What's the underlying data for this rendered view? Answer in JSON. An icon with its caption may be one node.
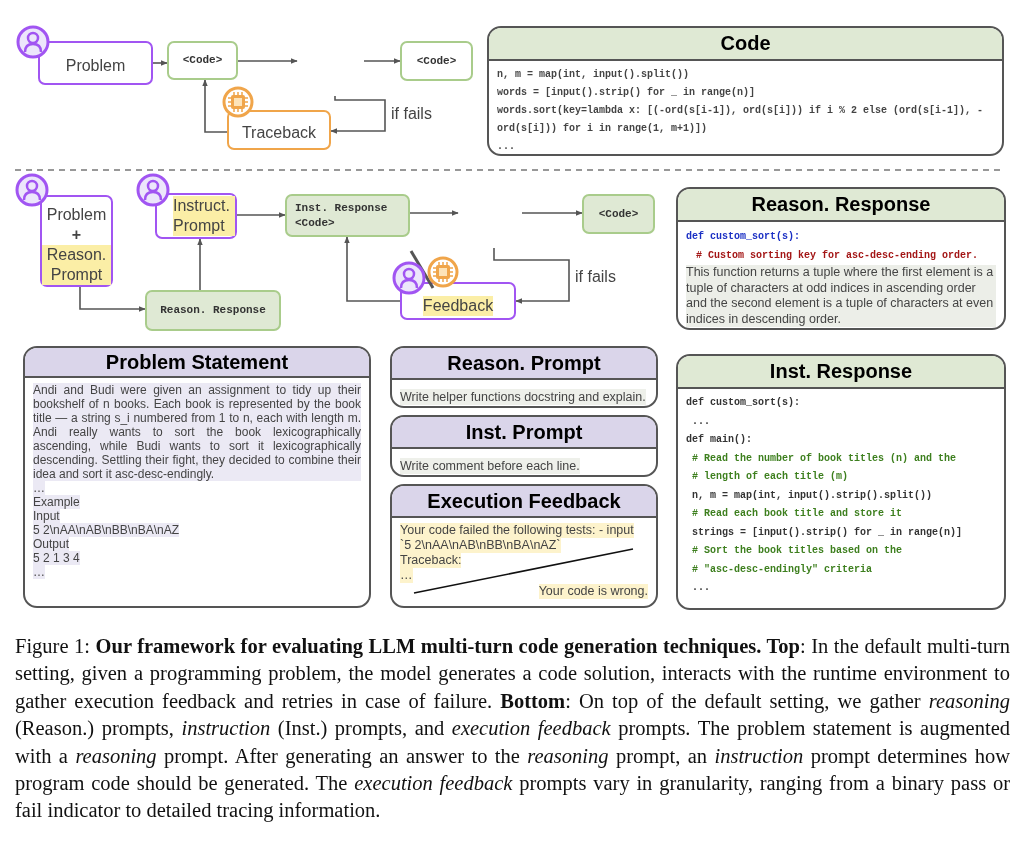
{
  "diagram": {
    "caption": "Figure 1: **Our framework for evaluating LLM multi-turn code generation techniques. Top**: In the default multi-turn setting, given a programming problem, the model generates a code solution, interacts with the runtime environment to gather execution feedback and retries in case of failure. **Bottom**: On top of the default setting, we gather *reasoning* (Reason.) prompts, *instruction* (Inst.) prompts, and *execution feedback* prompts. The problem statement is augmented with a *reasoning* prompt. After generating an answer to the *reasoning* prompt, an *instruction* prompt determines how program code should be generated. The *execution feedback* prompts vary in granularity, ranging from a binary pass or fail indicator to detailed tracing information.",
    "nodes": [
      {
        "text": [
          "Problem"
        ]
      },
      {
        "text": [
          "<Code>"
        ]
      },
      {
        "text": [
          "<Code>"
        ]
      },
      {
        "text": [
          "Traceback"
        ]
      },
      {
        "text": [
          "Code",
          "n, m = map(int, input().split())",
          "words = [input().strip() for _ in range(n)]",
          "words.sort(key=lambda x: [(-ord(s[i-1]), ord(s[i])) if i % 2 else (ord(s[i-1]), -ord(s[i])) for i in range(1, m+1)])",
          "..."
        ]
      },
      {
        "text": [
          "Problem",
          "+",
          "Reason. Prompt"
        ]
      },
      {
        "text": [
          "Instruct. Prompt"
        ]
      },
      {
        "text": [
          "Inst. Response",
          "<Code>"
        ]
      },
      {
        "text": [
          "<Code>"
        ]
      },
      {
        "text": [
          "Reason. Response"
        ]
      },
      {
        "text": [
          "Feedback"
        ]
      },
      {
        "text": [
          "Reason. Response",
          "def custom_sort(s):",
          "# Custom sorting key for asc-desc-ending order.",
          "This function returns a tuple where the first element is a tuple of characters at odd indices in ascending order and the second element is a tuple of characters at even indices in descending order."
        ]
      },
      {
        "text": [
          "Problem Statement",
          "Andi and Budi were given an assignment to tidy up their bookshelf of n books. Each book is represented by the book title — a string s_i numbered from 1 to n, each with length m. Andi really wants to sort the book lexicographically ascending, while Budi wants to sort it lexicographically descending. Settling their fight, they decided to combine their idea and sort it asc-desc-endingly.",
          "…",
          "Example",
          "Input",
          "5 2\\nAA\\nAB\\nBB\\nBA\\nAZ",
          "Output",
          "5 2 1 3 4",
          "…"
        ]
      },
      {
        "text": [
          "Reason. Prompt",
          "Write helper functions docstring and explain."
        ]
      },
      {
        "text": [
          "Inst. Prompt",
          "Write comment before each line."
        ]
      },
      {
        "text": [
          "Execution Feedback",
          "Your code failed the following tests: - input",
          "`5 2\\nAA\\nAB\\nBB\\nBA\\nAZ`",
          "Traceback:",
          "…",
          "Your code is wrong."
        ]
      },
      {
        "text": [
          "Inst. Response",
          "def custom_sort(s):",
          "...",
          "def main():",
          "# Read the number of book titles (n) and the",
          "# length of each title (m)",
          "n, m = map(int, input().strip().split())",
          "# Read each book title and store it",
          "strings = [input().strip() for _ in range(n)]",
          "# Sort the book titles based on the",
          "# \"asc-desc-endingly\" criteria",
          "..."
        ]
      }
    ],
    "edges": [
      {
        "from": 0,
        "to": 1,
        "arrow": "to"
      },
      {
        "from": 1,
        "to": null,
        "arrow": "to"
      },
      {
        "from": null,
        "to": 2,
        "arrow": "to"
      },
      {
        "from": null,
        "to": 3,
        "arrow": "to",
        "label": "if fails"
      },
      {
        "from": 3,
        "to": 1,
        "arrow": "to"
      },
      {
        "from": 5,
        "to": 9,
        "arrow": "to"
      },
      {
        "from": 9,
        "to": 6,
        "arrow": "to"
      },
      {
        "from": 6,
        "to": 7,
        "arrow": "to"
      },
      {
        "from": 7,
        "to": null,
        "arrow": "to"
      },
      {
        "from": null,
        "to": 8,
        "arrow": "to"
      },
      {
        "from": null,
        "to": 10,
        "arrow": "to",
        "label": "if fails"
      },
      {
        "from": 10,
        "to": 7,
        "arrow": "to"
      }
    ]
  }
}
